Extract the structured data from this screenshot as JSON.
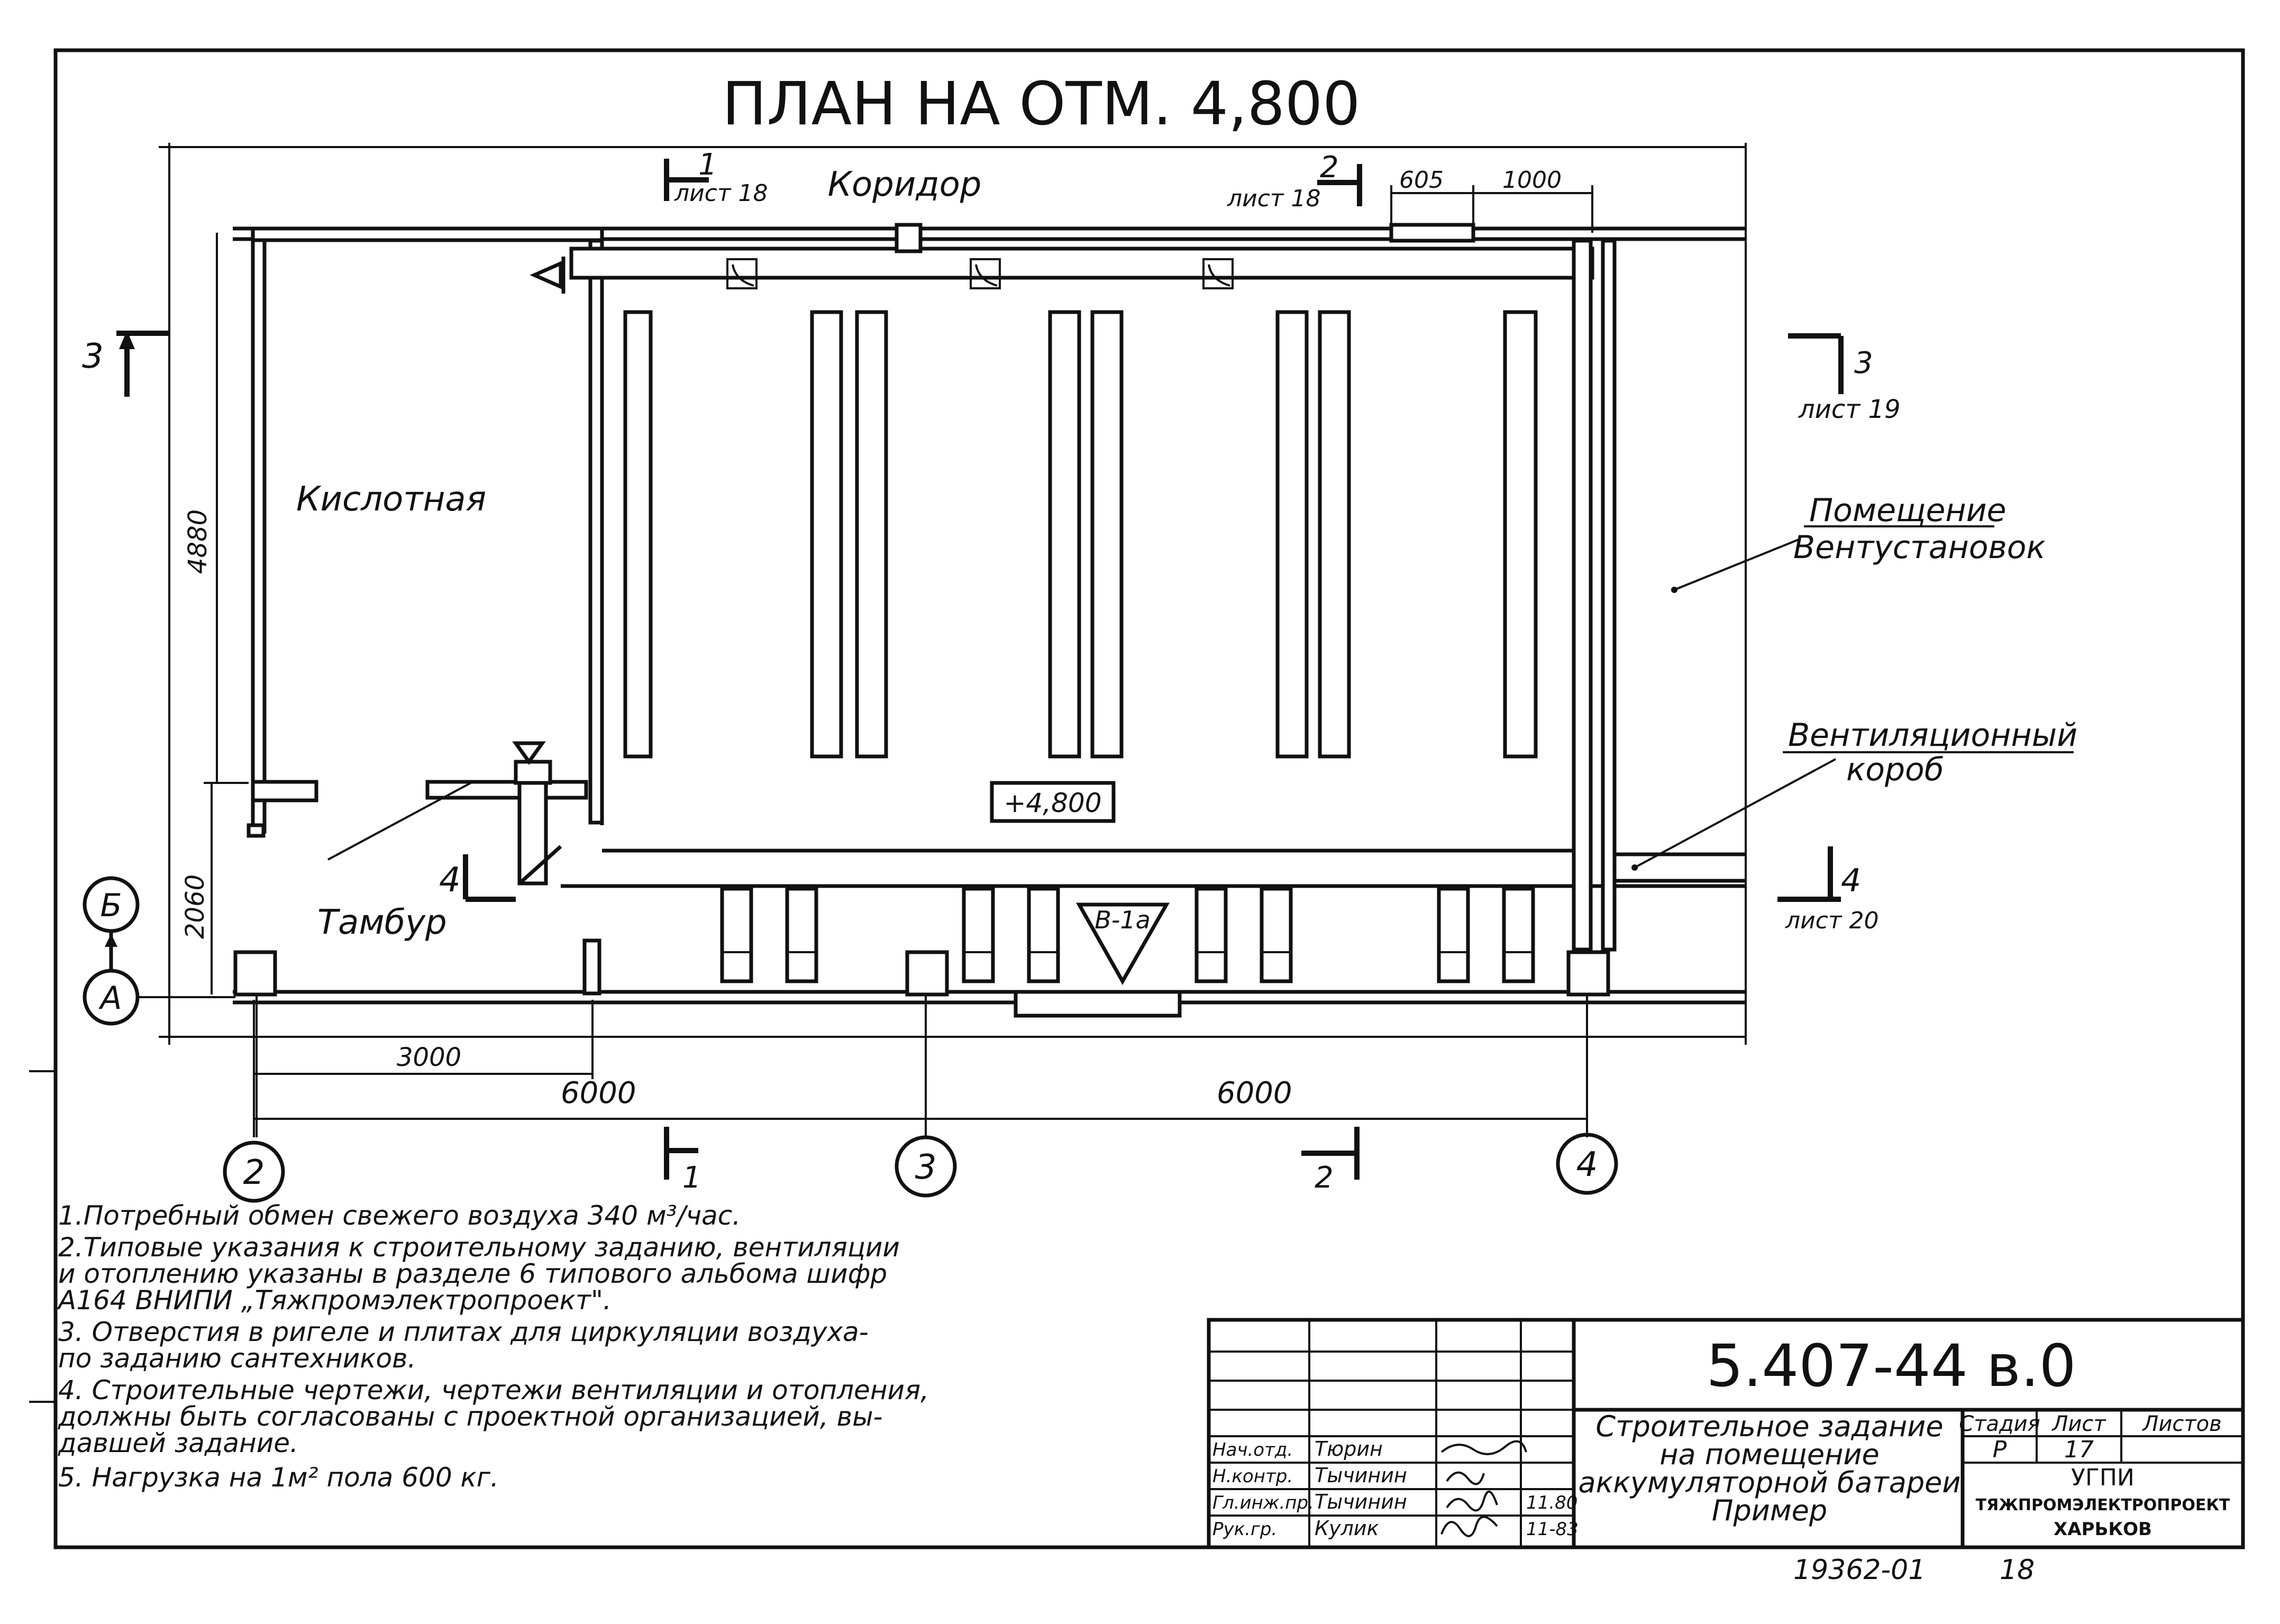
{
  "title": "ПЛАН НА ОТМ. 4,800",
  "rooms": {
    "corridor": "Коридор",
    "acid_room": "Кислотная",
    "vestibule": "Тамбур",
    "vent_room_line1": "Помещение",
    "vent_room_line2": "Вентустановок",
    "duct_line1": "Вентиляционный",
    "duct_line2": "короб"
  },
  "level_mark": "+4,800",
  "unit_mark": "В-1а",
  "sections": {
    "s1_num": "1",
    "s1_sheet": "лист 18",
    "s2_num": "2",
    "s2_sheet": "лист 18",
    "s3_num": "3",
    "s3_sheet": "лист 19",
    "s4_num": "4",
    "s4_sheet": "лист 20",
    "s1_bottom": "1",
    "s2_bottom": "2",
    "s3_left": "3",
    "s4_left": "4"
  },
  "dimensions": {
    "d605": "605",
    "d1000": "1000",
    "d4880": "4880",
    "d2060": "2060",
    "d3000": "3000",
    "d6000_left": "6000",
    "d6000_right": "6000"
  },
  "axes": {
    "a2": "2",
    "a3": "3",
    "a4": "4",
    "aA": "А",
    "aB": "Б"
  },
  "notes": [
    "1.Потребный обмен свежего воздуха 340 м³/час.",
    "2.Типовые указания к строительному заданию, вентиляции",
    "и отоплению указаны в разделе 6 типового альбома шифр",
    "А164 ВНИПИ „Тяжпромэлектропроект\".",
    "3. Отверстия в ригеле и плитах для циркуляции воздуха-",
    "по заданию сантехников.",
    "4. Строительные чертежи, чертежи вентиляции и отопления,",
    "должны быть согласованы с проектной организацией, вы-",
    "давшей задание.",
    "5. Нагрузка на 1м² пола 600 кг."
  ],
  "title_block": {
    "code": "5.407-44 в.0",
    "description": [
      "Строительное задание",
      "на помещение",
      "аккумуляторной батареи",
      "Пример"
    ],
    "stage_header": "Стадия",
    "sheet_header": "Лист",
    "sheets_header": "Листов",
    "stage": "Р",
    "sheet": "17",
    "org_line1": "УГПИ",
    "org_line2": "ТЯЖПРОМЭЛЕКТРОПРОЕКТ",
    "org_line3": "ХАРЬКОВ",
    "signatures": [
      {
        "role": "Нач.отд.",
        "name": "Тюрин",
        "date": ""
      },
      {
        "role": "Н.контр.",
        "name": "Тычинин",
        "date": ""
      },
      {
        "role": "Гл.инж.пр.",
        "name": "Тычинин",
        "date": "11.80"
      },
      {
        "role": "Рук.гр.",
        "name": "Кулик",
        "date": "11-83"
      }
    ]
  },
  "footer": {
    "inventory": "19362-01",
    "page": "18"
  }
}
